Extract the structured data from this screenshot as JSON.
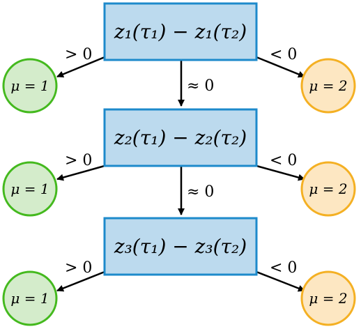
{
  "colors": {
    "box_fill": "#bcdaee",
    "box_stroke": "#1d8acb",
    "green_fill": "#d4eccb",
    "green_stroke": "#44b91e",
    "orange_fill": "#fde7c2",
    "orange_stroke": "#f4b023",
    "arrow": "#000000"
  },
  "levels": [
    {
      "expression": "z₁(τ₁) − z₁(τ₂)",
      "left_edge_label": "> 0",
      "right_edge_label": "< 0",
      "left_outcome": "μ = 1",
      "right_outcome": "μ = 2",
      "down_edge_label": "≈ 0"
    },
    {
      "expression": "z₂(τ₁) − z₂(τ₂)",
      "left_edge_label": "> 0",
      "right_edge_label": "< 0",
      "left_outcome": "μ = 1",
      "right_outcome": "μ = 2",
      "down_edge_label": "≈ 0"
    },
    {
      "expression": "z₃(τ₁) − z₃(τ₂)",
      "left_edge_label": "> 0",
      "right_edge_label": "< 0",
      "left_outcome": "μ = 1",
      "right_outcome": "μ = 2"
    }
  ]
}
